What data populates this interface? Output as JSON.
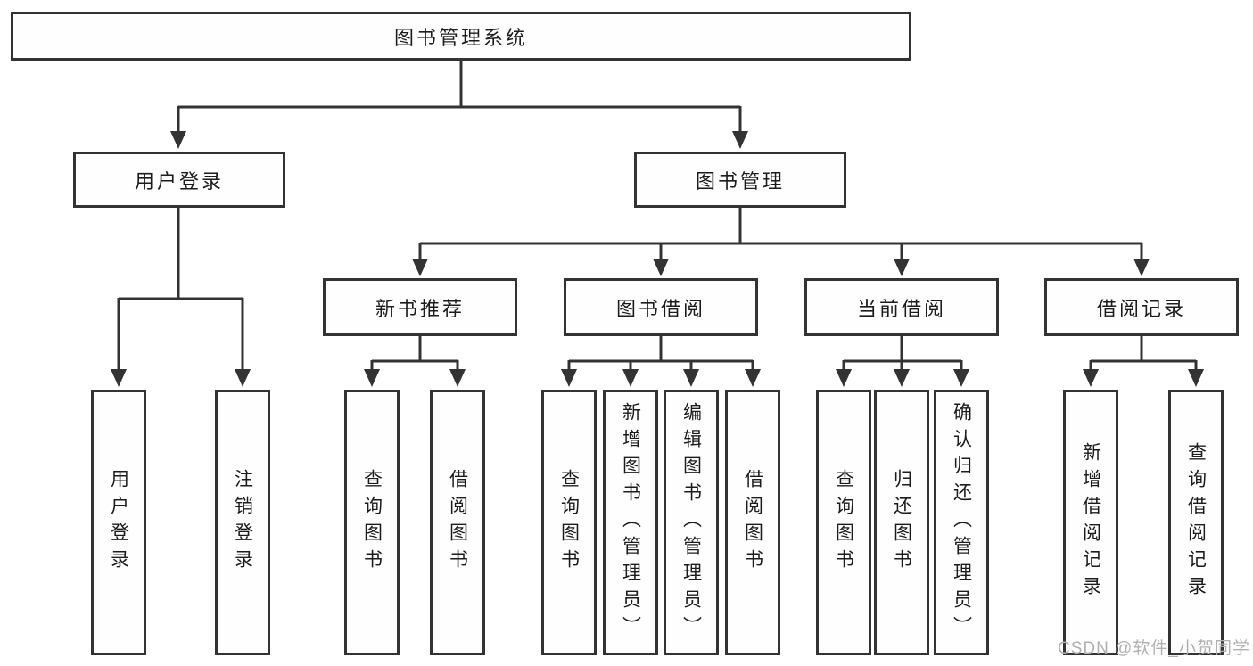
{
  "diagram_type": "functional-structure-tree",
  "colors": {
    "line": "#333333",
    "text": "#1c1c1c",
    "box_bg": "#fefefe",
    "watermark": "#b0b0b0"
  },
  "nodes": {
    "root": {
      "id": "library-management-system",
      "label": "图书管理系统"
    },
    "level2": [
      {
        "id": "user-login",
        "label": "用户登录",
        "parent": "library-management-system"
      },
      {
        "id": "book-management",
        "label": "图书管理",
        "parent": "library-management-system"
      }
    ],
    "level3": [
      {
        "id": "new-book-recommend",
        "label": "新书推荐",
        "parent": "book-management"
      },
      {
        "id": "book-borrowing",
        "label": "图书借阅",
        "parent": "book-management"
      },
      {
        "id": "current-borrowing",
        "label": "当前借阅",
        "parent": "book-management"
      },
      {
        "id": "borrowing-records",
        "label": "借阅记录",
        "parent": "book-management"
      }
    ],
    "leaves": [
      {
        "id": "leaf-user-login",
        "label": "用户登录",
        "parent": "user-login"
      },
      {
        "id": "leaf-logout",
        "label": "注销登录",
        "parent": "user-login"
      },
      {
        "id": "leaf-query-books-recommend",
        "label": "查询图书",
        "parent": "new-book-recommend"
      },
      {
        "id": "leaf-borrow-books-recommend",
        "label": "借阅图书",
        "parent": "new-book-recommend"
      },
      {
        "id": "leaf-query-books-borrowing",
        "label": "查询图书",
        "parent": "book-borrowing"
      },
      {
        "id": "leaf-add-books-admin",
        "label": "新增图书（管理员）",
        "parent": "book-borrowing"
      },
      {
        "id": "leaf-edit-books-admin",
        "label": "编辑图书（管理员）",
        "parent": "book-borrowing"
      },
      {
        "id": "leaf-borrow-books",
        "label": "借阅图书",
        "parent": "book-borrowing"
      },
      {
        "id": "leaf-query-books-current",
        "label": "查询图书",
        "parent": "current-borrowing"
      },
      {
        "id": "leaf-return-books",
        "label": "归还图书",
        "parent": "current-borrowing"
      },
      {
        "id": "leaf-confirm-return-admin",
        "label": "确认归还（管理员）",
        "parent": "current-borrowing"
      },
      {
        "id": "leaf-add-borrow-record",
        "label": "新增借阅记录",
        "parent": "borrowing-records"
      },
      {
        "id": "leaf-query-borrow-record",
        "label": "查询借阅记录",
        "parent": "borrowing-records"
      }
    ]
  },
  "watermark": {
    "text": "CSDN @软件_小贺同学"
  }
}
